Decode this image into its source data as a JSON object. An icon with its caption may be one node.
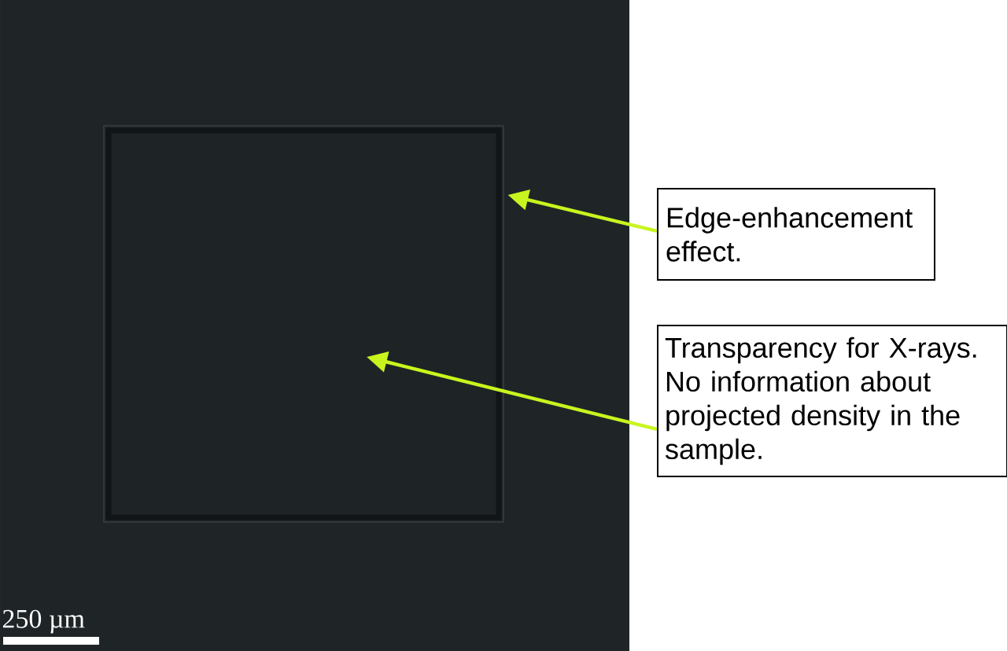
{
  "diagram": {
    "nodes": [
      {
        "text": [
          "Edge-enhancement effect."
        ]
      },
      {
        "text": [
          "Transparency for X-rays. No information about projected density in the sample."
        ]
      },
      {
        "text": [],
        "shape": "box"
      }
    ],
    "edges": [
      {
        "from": 0,
        "to": 2,
        "arrow": "to",
        "color": "#c8f51e"
      },
      {
        "from": 1,
        "to": 2,
        "arrow": "to",
        "color": "#c8f51e"
      }
    ],
    "labels": [
      "250 µm"
    ]
  }
}
